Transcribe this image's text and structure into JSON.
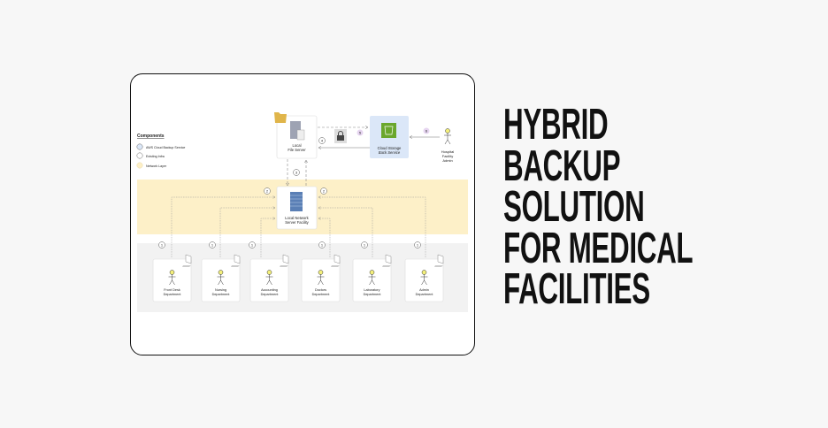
{
  "title_lines": [
    "HYBRID",
    "BACKUP",
    "SOLUTION",
    "FOR MEDICAL",
    "FACILITIES"
  ],
  "legend": {
    "heading": "Components",
    "items": [
      {
        "label": "AWS Cloud Backup Service",
        "color": "#dbe7f8"
      },
      {
        "label": "Existing Infra",
        "color": "#ffffff"
      },
      {
        "label": "Network Layer",
        "color": "#fdefc6"
      }
    ]
  },
  "nodes": {
    "file_server": [
      "Local",
      "File Server"
    ],
    "cloud": [
      "Cloud Storage",
      "Back Service"
    ],
    "admin": [
      "Hospital",
      "Facility",
      "Admin"
    ],
    "network": [
      "Local Network",
      "Server Facility"
    ]
  },
  "steps": {
    "s1": "1",
    "s2": "2",
    "s3": "3",
    "s4": "4",
    "s5": "5",
    "s6": "6"
  },
  "departments": [
    [
      "Front Desk",
      "Department"
    ],
    [
      "Nursing",
      "Department"
    ],
    [
      "Accounting",
      "Department"
    ],
    [
      "Doctors",
      "Department"
    ],
    [
      "Laboratory",
      "Department"
    ],
    [
      "Admin",
      "Department"
    ]
  ],
  "colors": {
    "network_layer": "#fdf0c8",
    "dept_layer": "#f2f2f2",
    "cloud": "#dbe7f8",
    "cloud_icon": "#6aa72c",
    "actor": "#f4f07a",
    "purple_step": "#e6d5f0"
  }
}
